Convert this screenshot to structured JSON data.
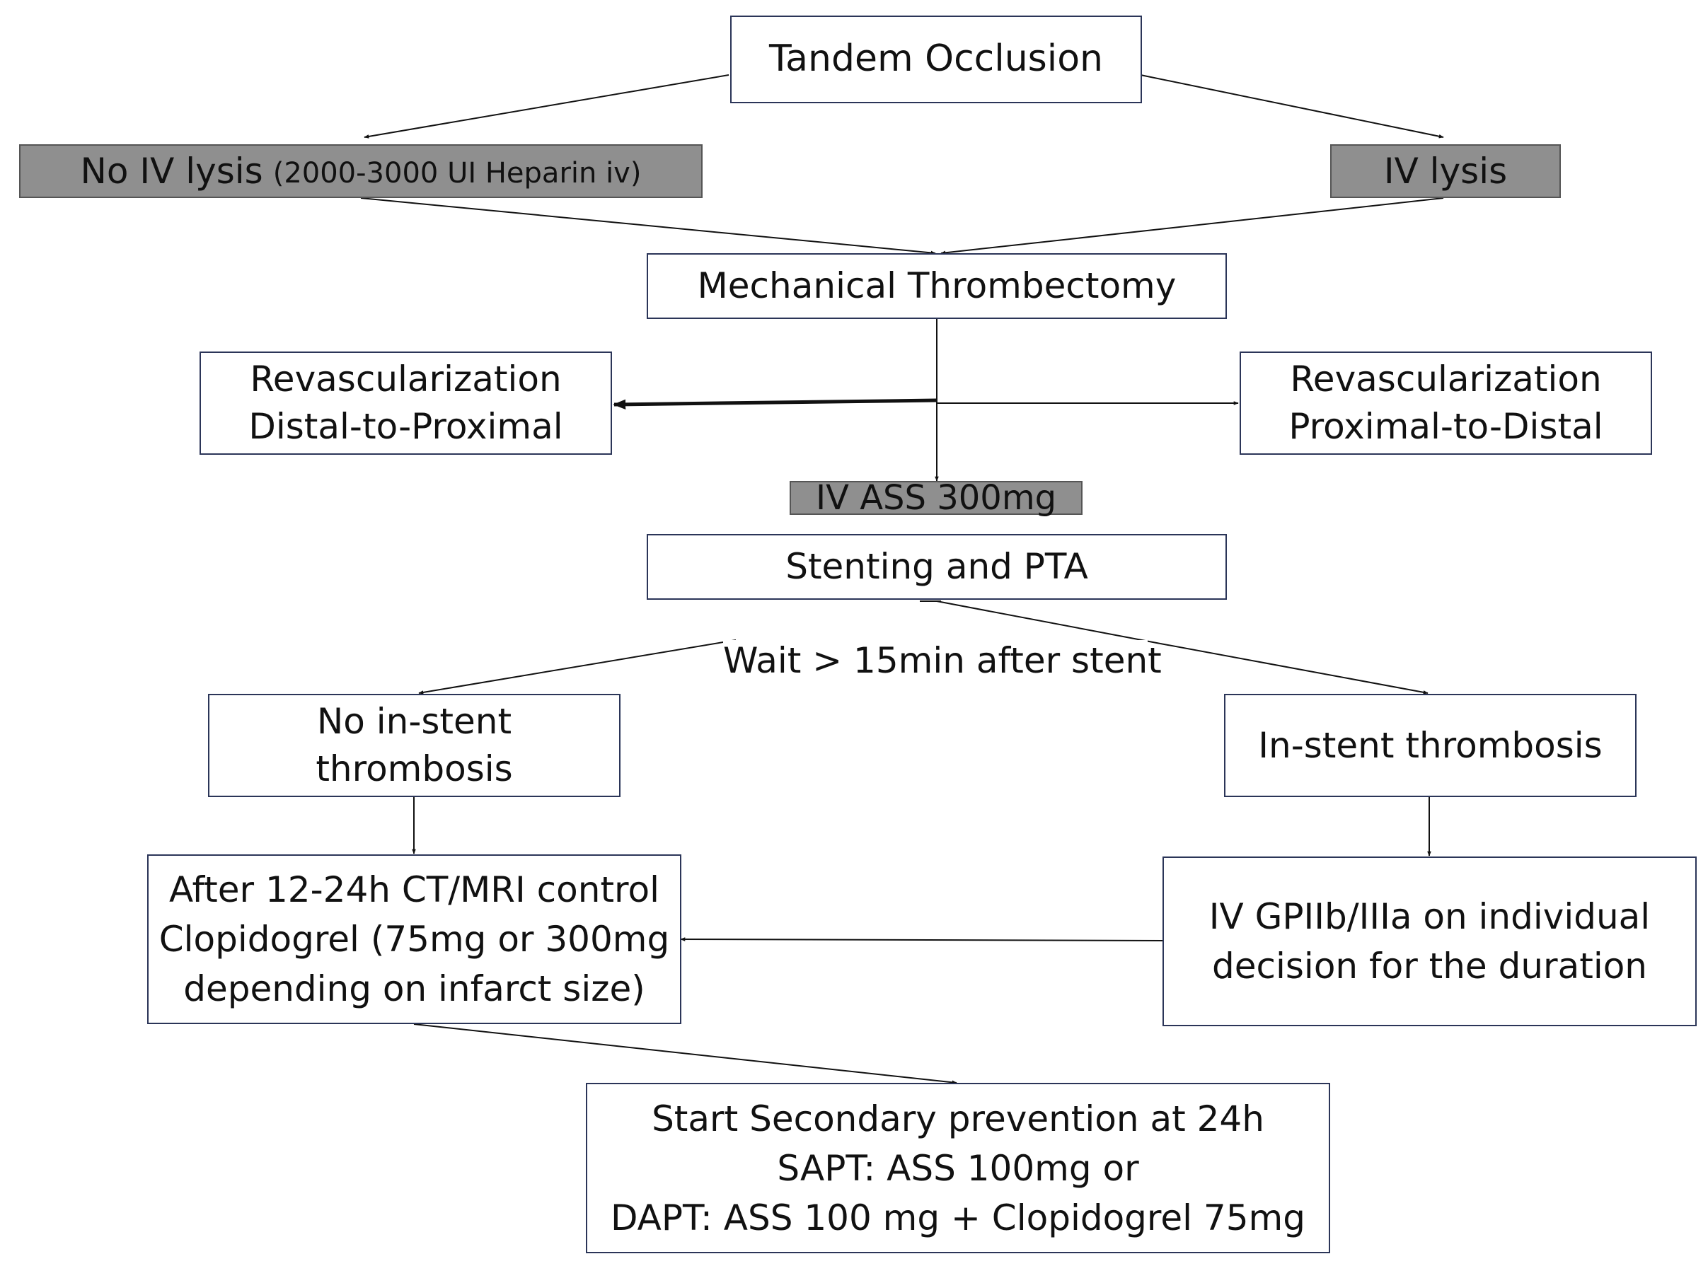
{
  "nodes": {
    "tandem": "Tandem Occlusion",
    "no_iv_lysis": {
      "main": "No IV lysis",
      "note": "(2000-3000 UI Heparin iv)"
    },
    "iv_lysis": "IV lysis",
    "mechanical": "Mechanical Thrombectomy",
    "rev_d2p": {
      "line1": "Revascularization",
      "line2": "Distal-to-Proximal"
    },
    "rev_p2d": {
      "line1": "Revascularization",
      "line2": "Proximal-to-Distal"
    },
    "iv_ass": "IV ASS 300mg",
    "stenting": "Stenting and PTA",
    "wait": "Wait > 15min after stent",
    "no_thrombosis": {
      "line1": "No in-stent",
      "line2": "thrombosis"
    },
    "thrombosis": "In-stent thrombosis",
    "after_control": {
      "line1": "After 12-24h CT/MRI control",
      "line2": "Clopidogrel (75mg or 300mg",
      "line3": "depending on infarct size)"
    },
    "gp": {
      "line1": "IV GPIIb/IIIa on individual",
      "line2": "decision for the duration"
    },
    "secondary": {
      "line1": "Start Secondary prevention at 24h",
      "line2": "SAPT: ASS 100mg or",
      "line3": "DAPT: ASS 100 mg + Clopidogrel 75mg"
    }
  },
  "colors": {
    "box_border": "#2b3558",
    "gray_fill": "#8f8f8f",
    "arrow": "#111111"
  }
}
